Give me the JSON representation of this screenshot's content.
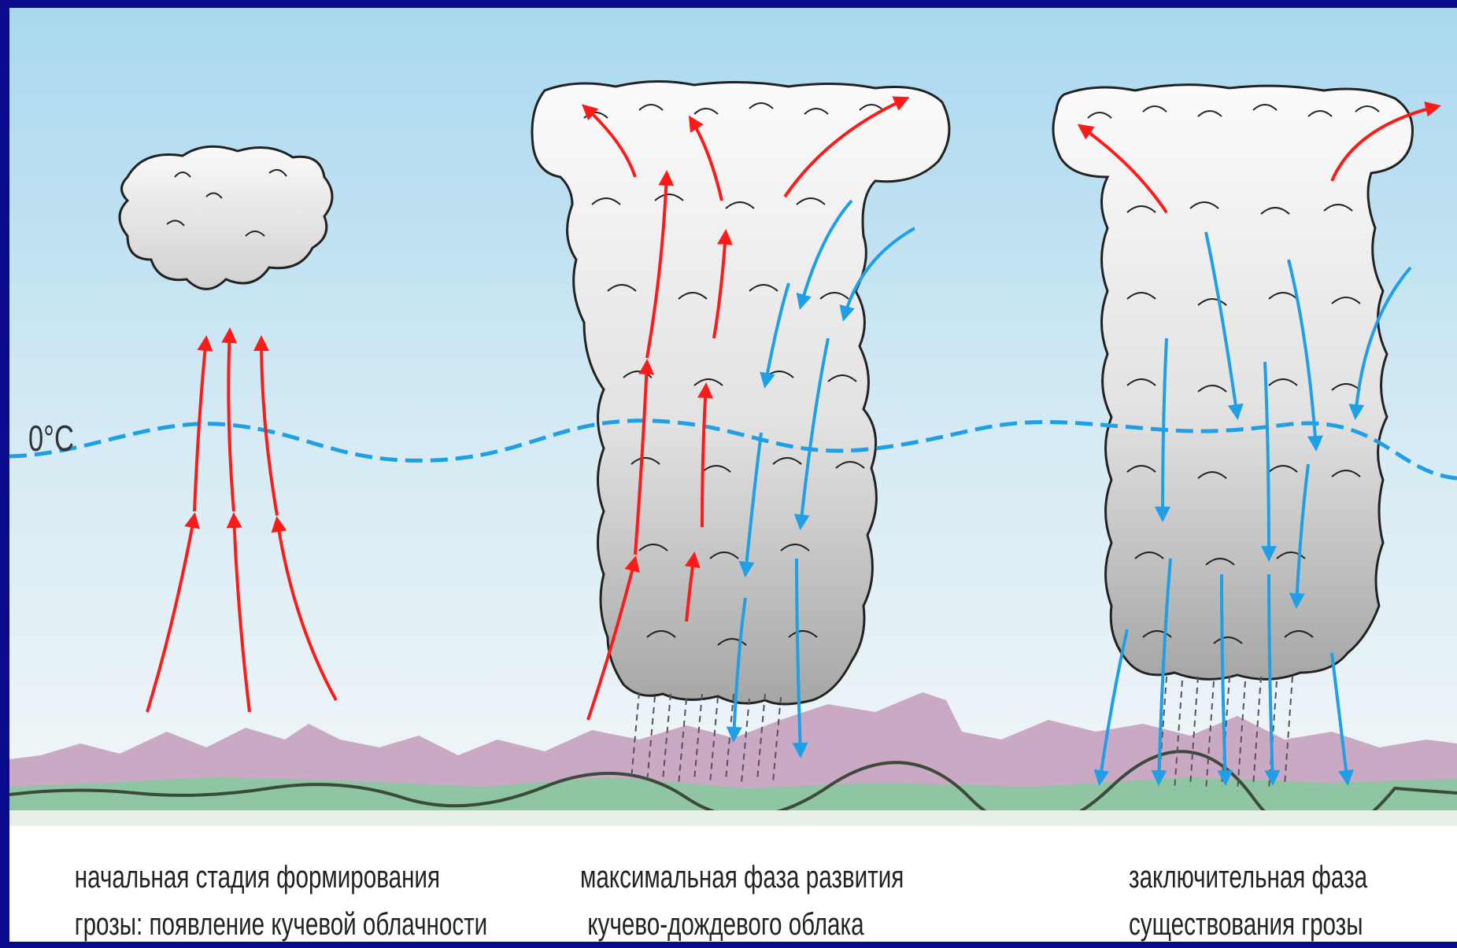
{
  "diagram": {
    "isotherm_label": "0°C",
    "stages": [
      {
        "line1": "начальная стадия формирования",
        "line2": "грозы: появление кучевой облачности"
      },
      {
        "line1": "максимальная фаза развития",
        "line2": "кучево-дождевого облака"
      },
      {
        "line1": "заключительная фаза",
        "line2": "существования грозы"
      }
    ]
  },
  "colors": {
    "sky_top": "#a9d8ef",
    "sky_bottom": "#f2f6f8",
    "frame": "#0a0a8c",
    "mountains": "#c9a9c4",
    "ground": "#8fc5a2",
    "updraft": "#ff1a1a",
    "downdraft": "#1e9fe6",
    "isotherm": "#1e9fe6",
    "cloud": "#f4f4f4",
    "cloud_shadow": "#a8a8a8"
  }
}
